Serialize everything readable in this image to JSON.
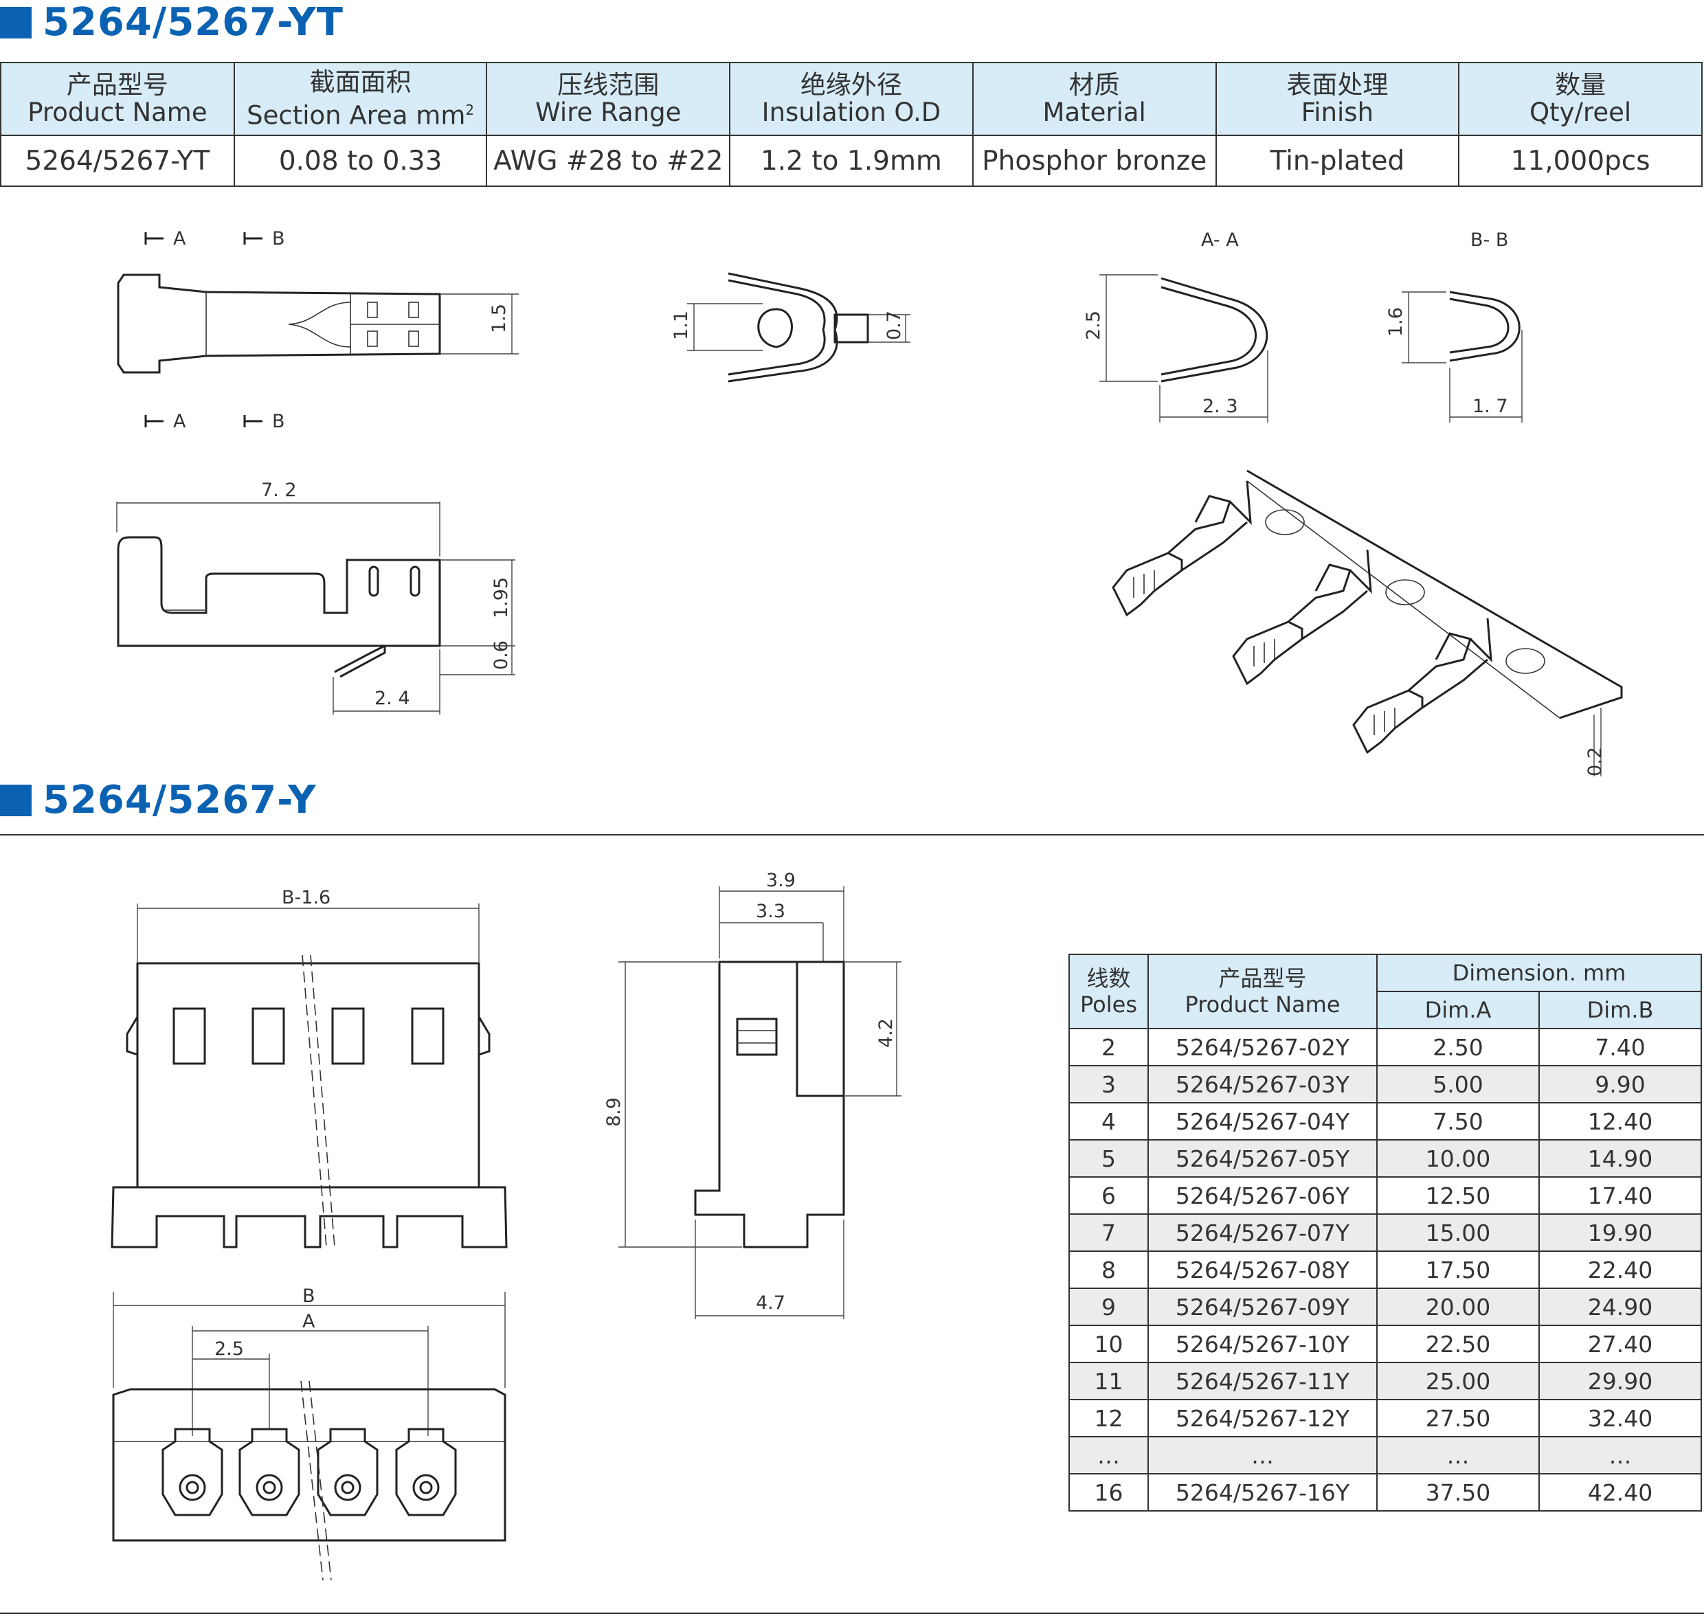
{
  "section1": {
    "title": "5264/5267-YT"
  },
  "section2": {
    "title": "5264/5267-Y"
  },
  "spec_table": {
    "headers": [
      {
        "cn": "产品型号",
        "en": "Product Name"
      },
      {
        "cn": "截面面积",
        "en": "Section Area mm",
        "sup": "2"
      },
      {
        "cn": "压线范围",
        "en": "Wire Range"
      },
      {
        "cn": "绝缘外径",
        "en": "Insulation O.D"
      },
      {
        "cn": "材质",
        "en": "Material"
      },
      {
        "cn": "表面处理",
        "en": "Finish"
      },
      {
        "cn": "数量",
        "en": "Qty/reel"
      }
    ],
    "values": [
      "5264/5267-YT",
      "0.08 to 0.33",
      "AWG #28 to #22",
      "1.2 to 1.9mm",
      "Phosphor bronze",
      "Tin-plated",
      "11,000pcs"
    ]
  },
  "terminal_drawing": {
    "section_marks": {
      "a": "A",
      "b": "B",
      "aa": "A- A",
      "bb": "B- B"
    },
    "dims": {
      "d15": "1.5",
      "d11": "1.1",
      "d07": "0.7",
      "d25": "2.5",
      "d23": "2. 3",
      "d16": "1.6",
      "d17": "1. 7",
      "d72": "7. 2",
      "d195": "1.95",
      "d06": "0.6",
      "d24": "2. 4",
      "d02": "0.2"
    }
  },
  "housing_drawing": {
    "dims": {
      "b16": "B-1.6",
      "b": "B",
      "a": "A",
      "p25": "2.5",
      "d39": "3.9",
      "d33": "3.3",
      "d42": "4.2",
      "d89": "8.9",
      "d47": "4.7"
    }
  },
  "dim_table": {
    "headers": {
      "poles_cn": "线数",
      "poles_en": "Poles",
      "name_cn": "产品型号",
      "name_en": "Product Name",
      "dimension": "Dimension. mm",
      "dim_a": "Dim.A",
      "dim_b": "Dim.B"
    },
    "rows": [
      {
        "poles": "2",
        "name": "5264/5267-02Y",
        "a": "2.50",
        "b": "7.40"
      },
      {
        "poles": "3",
        "name": "5264/5267-03Y",
        "a": "5.00",
        "b": "9.90"
      },
      {
        "poles": "4",
        "name": "5264/5267-04Y",
        "a": "7.50",
        "b": "12.40"
      },
      {
        "poles": "5",
        "name": "5264/5267-05Y",
        "a": "10.00",
        "b": "14.90"
      },
      {
        "poles": "6",
        "name": "5264/5267-06Y",
        "a": "12.50",
        "b": "17.40"
      },
      {
        "poles": "7",
        "name": "5264/5267-07Y",
        "a": "15.00",
        "b": "19.90"
      },
      {
        "poles": "8",
        "name": "5264/5267-08Y",
        "a": "17.50",
        "b": "22.40"
      },
      {
        "poles": "9",
        "name": "5264/5267-09Y",
        "a": "20.00",
        "b": "24.90"
      },
      {
        "poles": "10",
        "name": "5264/5267-10Y",
        "a": "22.50",
        "b": "27.40"
      },
      {
        "poles": "11",
        "name": "5264/5267-11Y",
        "a": "25.00",
        "b": "29.90"
      },
      {
        "poles": "12",
        "name": "5264/5267-12Y",
        "a": "27.50",
        "b": "32.40"
      },
      {
        "poles": "…",
        "name": "…",
        "a": "…",
        "b": "…"
      },
      {
        "poles": "16",
        "name": "5264/5267-16Y",
        "a": "37.50",
        "b": "42.40"
      }
    ]
  }
}
